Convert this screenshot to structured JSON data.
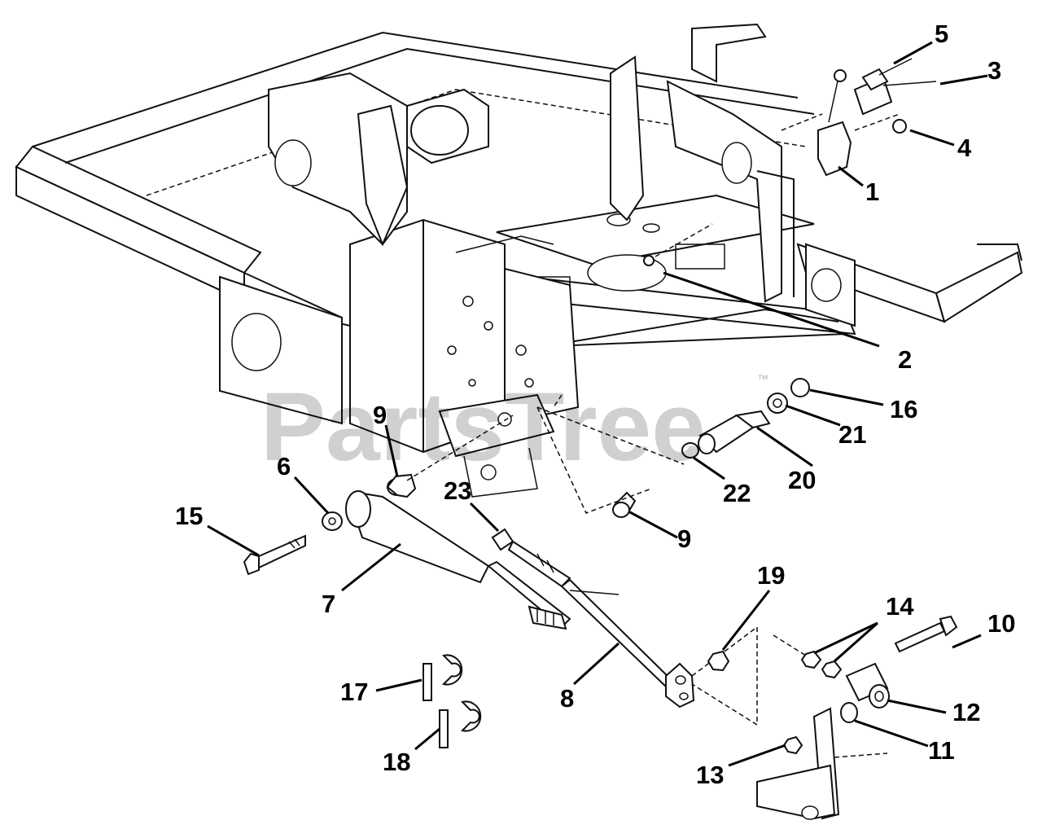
{
  "watermark": {
    "text": "PartsTree",
    "mark": "™"
  },
  "callouts": [
    {
      "id": "c1",
      "label": "1"
    },
    {
      "id": "c2",
      "label": "2"
    },
    {
      "id": "c3",
      "label": "3"
    },
    {
      "id": "c4",
      "label": "4"
    },
    {
      "id": "c5",
      "label": "5"
    },
    {
      "id": "c6",
      "label": "6"
    },
    {
      "id": "c7",
      "label": "7"
    },
    {
      "id": "c8",
      "label": "8"
    },
    {
      "id": "c9a",
      "label": "9"
    },
    {
      "id": "c9b",
      "label": "9"
    },
    {
      "id": "c10",
      "label": "10"
    },
    {
      "id": "c11",
      "label": "11"
    },
    {
      "id": "c12",
      "label": "12"
    },
    {
      "id": "c13",
      "label": "13"
    },
    {
      "id": "c14",
      "label": "14"
    },
    {
      "id": "c15",
      "label": "15"
    },
    {
      "id": "c16",
      "label": "16"
    },
    {
      "id": "c17",
      "label": "17"
    },
    {
      "id": "c18",
      "label": "18"
    },
    {
      "id": "c19",
      "label": "19"
    },
    {
      "id": "c20",
      "label": "20"
    },
    {
      "id": "c21",
      "label": "21"
    },
    {
      "id": "c22",
      "label": "22"
    },
    {
      "id": "c23",
      "label": "23"
    }
  ]
}
